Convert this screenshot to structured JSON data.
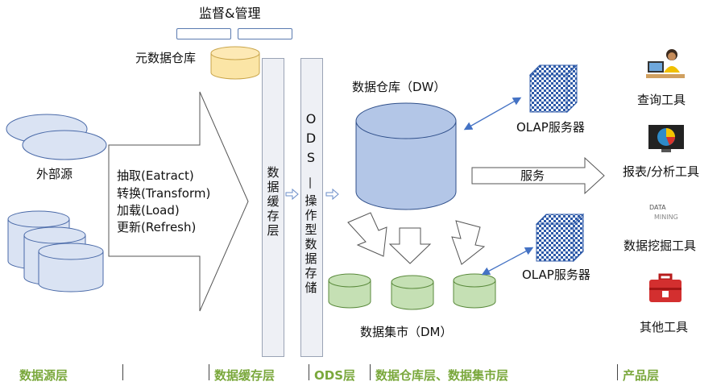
{
  "top": {
    "title": "监督&管理"
  },
  "meta_warehouse": {
    "label": "元数据仓库"
  },
  "sources": {
    "label": "外部源"
  },
  "etl": {
    "lines": [
      "抽取(Eatract)",
      "转换(Transform)",
      "加载(Load)",
      "更新(Refresh)"
    ]
  },
  "cache_layer": {
    "label": "数据缓存层"
  },
  "ods": {
    "title": "ODS",
    "dash": "—",
    "sub": "操作型数据存储"
  },
  "dw": {
    "label": "数据仓库（DW）"
  },
  "dm": {
    "label": "数据集市（DM）"
  },
  "olap": {
    "top": "OLAP服务器",
    "bottom": "OLAP服务器"
  },
  "service": {
    "label": "服务"
  },
  "tools": [
    {
      "label": "查询工具",
      "icon": "person-at-computer-icon"
    },
    {
      "label": "报表/分析工具",
      "icon": "pie-chart-monitor-icon"
    },
    {
      "label": "数据挖掘工具",
      "icon": "data-mining-icon"
    },
    {
      "label": "其他工具",
      "icon": "toolbox-icon"
    }
  ],
  "icon_logo_text": "DATA MINING",
  "layers": [
    "数据源层",
    "数据缓存层",
    "ODS层",
    "数据仓库层、数据集市层",
    "产品层"
  ],
  "colors": {
    "dw_fill": "#b3c6e7",
    "dm_fill": "#c5e0b4",
    "meta_fill": "#fbe5a6",
    "source_fill": "#dae3f3",
    "layer_text": "#7aa83c",
    "arrow_blue": "#4472c4"
  }
}
